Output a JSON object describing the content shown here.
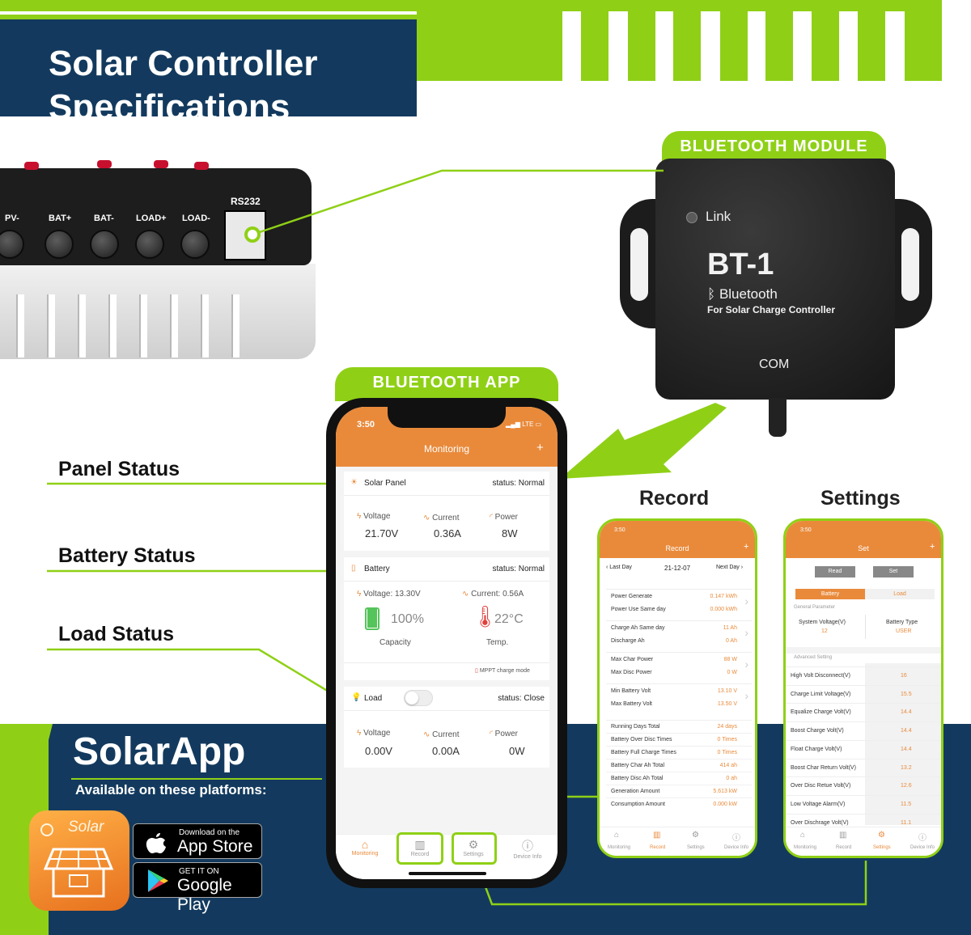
{
  "header": {
    "title_line1": "Solar Controller",
    "title_line2": "Specifications"
  },
  "controller": {
    "terminals": [
      "PV-",
      "BAT+",
      "BAT-",
      "LOAD+",
      "LOAD-"
    ],
    "port_label": "RS232"
  },
  "bt_module": {
    "tab_label": "BLUETOOTH MODULE",
    "link_label": "Link",
    "model": "BT-1",
    "bluetooth_text": "Bluetooth",
    "subtitle": "For Solar Charge Controller",
    "port": "COM"
  },
  "bt_app_tab": "BLUETOOTH APP",
  "side_labels": {
    "panel": "Panel Status",
    "battery": "Battery Status",
    "load": "Load Status"
  },
  "phone": {
    "time": "3:50",
    "signal": "LTE",
    "title": "Monitoring",
    "plus": "+",
    "solar": {
      "label": "Solar Panel",
      "status": "status: Normal",
      "voltage_label": "Voltage",
      "voltage": "21.70V",
      "current_label": "Current",
      "current": "0.36A",
      "power_label": "Power",
      "power": "8W"
    },
    "battery": {
      "label": "Battery",
      "status": "status: Normal",
      "voltage": "Voltage: 13.30V",
      "current": "Current: 0.56A",
      "capacity_value": "100%",
      "capacity_label": "Capacity",
      "temp_value": "22°C",
      "temp_label": "Temp.",
      "mode": "MPPT charge mode",
      "capacity_level": 1.0
    },
    "load": {
      "label": "Load",
      "status": "status: Close",
      "voltage_label": "Voltage",
      "voltage": "0.00V",
      "current_label": "Current",
      "current": "0.00A",
      "power_label": "Power",
      "power": "0W"
    },
    "nav": [
      "Monitoring",
      "Record",
      "Settings",
      "Device Info"
    ]
  },
  "record": {
    "heading": "Record",
    "time": "3:50",
    "title": "Record",
    "prev": "Last Day",
    "date": "21-12-07",
    "next": "Next Day",
    "groups": [
      [
        [
          "Power Generate",
          "0.147 kWh"
        ],
        [
          "Power Use Same day",
          "0.000 kWh"
        ]
      ],
      [
        [
          "Charge Ah Same day",
          "11 Ah"
        ],
        [
          "Discharge Ah",
          "0 Ah"
        ]
      ],
      [
        [
          "Max Char Power",
          "88 W"
        ],
        [
          "Max Disc Power",
          "0 W"
        ]
      ],
      [
        [
          "Min Battery Volt",
          "13.10 V"
        ],
        [
          "Max Battery Volt",
          "13.50 V"
        ]
      ]
    ],
    "totals": [
      [
        "Running Days Total",
        "24 days"
      ],
      [
        "Battery Over Disc Times",
        "0 Times"
      ],
      [
        "Battery Full Charge Times",
        "0 Times"
      ],
      [
        "Battery Char Ah Total",
        "414 ah"
      ],
      [
        "Battery Disc Ah Total",
        "0 ah"
      ],
      [
        "Generation Amount",
        "5.613 kW"
      ],
      [
        "Consumption Amount",
        "0.000 kW"
      ]
    ],
    "nav": [
      "Monitoring",
      "Record",
      "Settings",
      "Device Info"
    ]
  },
  "settings": {
    "heading": "Settings",
    "time": "3:50",
    "title": "Set",
    "read_btn": "Read",
    "set_btn": "Set",
    "tab_battery": "Battery",
    "tab_load": "Load",
    "general": "General Parameter",
    "sys_volt_label": "System Voltage(V)",
    "sys_volt": "12",
    "bat_type_label": "Battery Type",
    "bat_type": "USER",
    "advanced": "Advanced Setting",
    "rows": [
      [
        "High Volt Disconnect(V)",
        "16"
      ],
      [
        "Charge Limit Voltage(V)",
        "15.5"
      ],
      [
        "Equalize Charge Volt(V)",
        "14.4"
      ],
      [
        "Boost Charge Volt(V)",
        "14.4"
      ],
      [
        "Float Charge Volt(V)",
        "14.4"
      ],
      [
        "Boost Char Return Volt(V)",
        "13.2"
      ],
      [
        "Over Disc Retue Volt(V)",
        "12.6"
      ],
      [
        "Low Voltage Alarm(V)",
        "11.5"
      ],
      [
        "Over Dischrage Volt(V)",
        "11.1"
      ]
    ],
    "nav": [
      "Monitoring",
      "Record",
      "Settings",
      "Device Info"
    ]
  },
  "solarapp": {
    "title": "SolarApp",
    "subtitle": "Available on these platforms:",
    "icon_label": "Solar",
    "appstore_small": "Download on the",
    "appstore_big": "App Store",
    "gplay_small": "GET IT ON",
    "gplay_big": "Google Play"
  },
  "colors": {
    "brand_green": "#8fd016",
    "navy": "#133a5e",
    "app_orange": "#e98a3b"
  }
}
